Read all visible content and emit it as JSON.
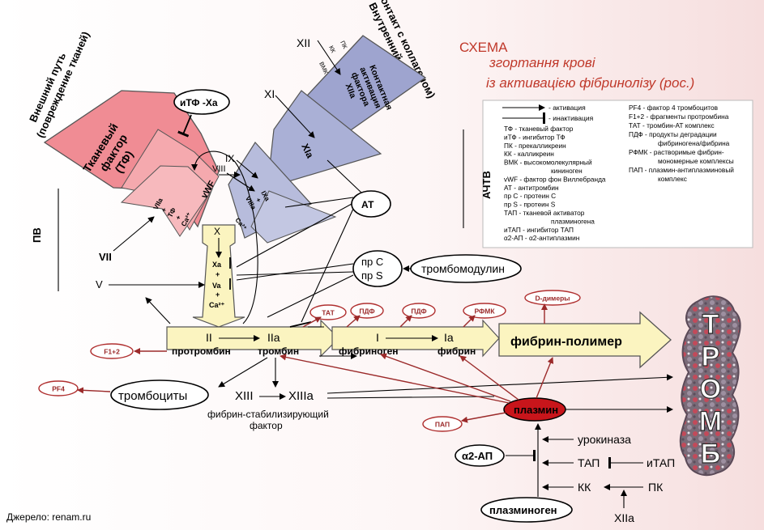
{
  "title": {
    "line1": "СХЕМА",
    "line2": "згортання крові",
    "line3": "із активацією фібринолізу (рос.)"
  },
  "source": "Джерело: renam.ru",
  "pathways": {
    "extrinsic_line1": "Внешний путь",
    "extrinsic_line2": "(повреждение тканей)",
    "intrinsic_line1": "Внутренний путь",
    "intrinsic_line2": "(контакт с коллагеном)",
    "pv": "ПВ",
    "achtv": "АЧТВ"
  },
  "tissue_factor": {
    "line1": "Тканевый",
    "line2": "фактор",
    "line3": "(ТФ)",
    "complex1": "VIIa",
    "complex2": "+",
    "complex3": "ТФ",
    "complex4": "+",
    "complex5": "Ca²⁺"
  },
  "contact": {
    "line1": "Контактная",
    "line2": "активация",
    "line3": "фактора",
    "line4": "XIIa"
  },
  "factors": {
    "XII": "XII",
    "PK": "ПК",
    "KK": "КК",
    "VMK": "ВМК",
    "XI": "XI",
    "XIa": "XIa",
    "IX": "IX",
    "VIII": "VIII",
    "IXa": "IXa",
    "plus": "+",
    "VIIIa": "VIIIa",
    "Ca": "Ca²⁺",
    "VII": "VII",
    "X": "X",
    "Xa": "Xa",
    "Va": "Va",
    "V": "V",
    "II": "II",
    "IIa": "IIa",
    "prothrombin": "протромбин",
    "thrombin": "тромбин",
    "I": "I",
    "Ia": "Ia",
    "fibrinogen": "фибриноген",
    "fibrin": "фибрин",
    "fibrin_polymer": "фибрин-полимер",
    "XIII": "XIII",
    "XIIIa": "XIIIa",
    "fsf1": "фибрин-стабилизирующий",
    "fsf2": "фактор",
    "vWF": "vWF"
  },
  "ovals": {
    "itf": "иТФ -Ха",
    "at": "АТ",
    "prc": "пр С",
    "prs": "пр S",
    "thrombomodulin": "тромбомодулин",
    "thrombocytes": "тромбоциты",
    "plasmin": "плазмин",
    "plasminogen": "плазминоген",
    "a2ap": "α2-АП"
  },
  "products": {
    "tat": "ТАТ",
    "pdf1": "ПДФ",
    "pdf2": "ПДФ",
    "rfmk": "РФМК",
    "ddimers": "D-димеры",
    "f12": "F1+2",
    "pf4": "PF4",
    "pap": "ПАП"
  },
  "fibrinolysis": {
    "urokinase": "урокиназа",
    "tap": "ТАП",
    "itap": "иТАП",
    "kk": "КК",
    "pk": "ПК",
    "xiia": "XIIa"
  },
  "thrombus": [
    "Т",
    "Р",
    "О",
    "М",
    "Б"
  ],
  "legend": {
    "activation": "- активация",
    "inactivation": "- инактивация",
    "col1": [
      "ТФ - тканевый фактор",
      "иТФ - ингибитор ТФ",
      "ПК - прекалликреин",
      "КК - калликреин",
      "ВМК - высокомолекулярный",
      "кининоген",
      "vWF - фактор фон Виллебранда",
      "АТ - антитромбин",
      "пр С - протеин С",
      "пр S - протеин S",
      "ТАП - тканевой активатор",
      "плазминогена",
      "иТАП - ингибитор ТАП",
      "α2-АП - α2-антиплазмин"
    ],
    "col2": [
      "PF4 - фактор 4 тромбоцитов",
      "F1+2 - фрагменты протромбина",
      "ТАТ - тромбин-АТ комплекс",
      "ПДФ - продукты деградации",
      "фибриногена/фибрина",
      "РФМК - растворимые фибрин-",
      "мономерные комплексы",
      "ПАП - плазмин-антиплазминовый",
      "комплекс"
    ]
  },
  "colors": {
    "title_red": "#c0392b",
    "tf_pink": "#f08c94",
    "contact_blue": "#9ea4cf",
    "cascade_yellow": "#fbf4c0",
    "plasmin_red": "#c8151b",
    "product_red": "#9b2a2a"
  }
}
